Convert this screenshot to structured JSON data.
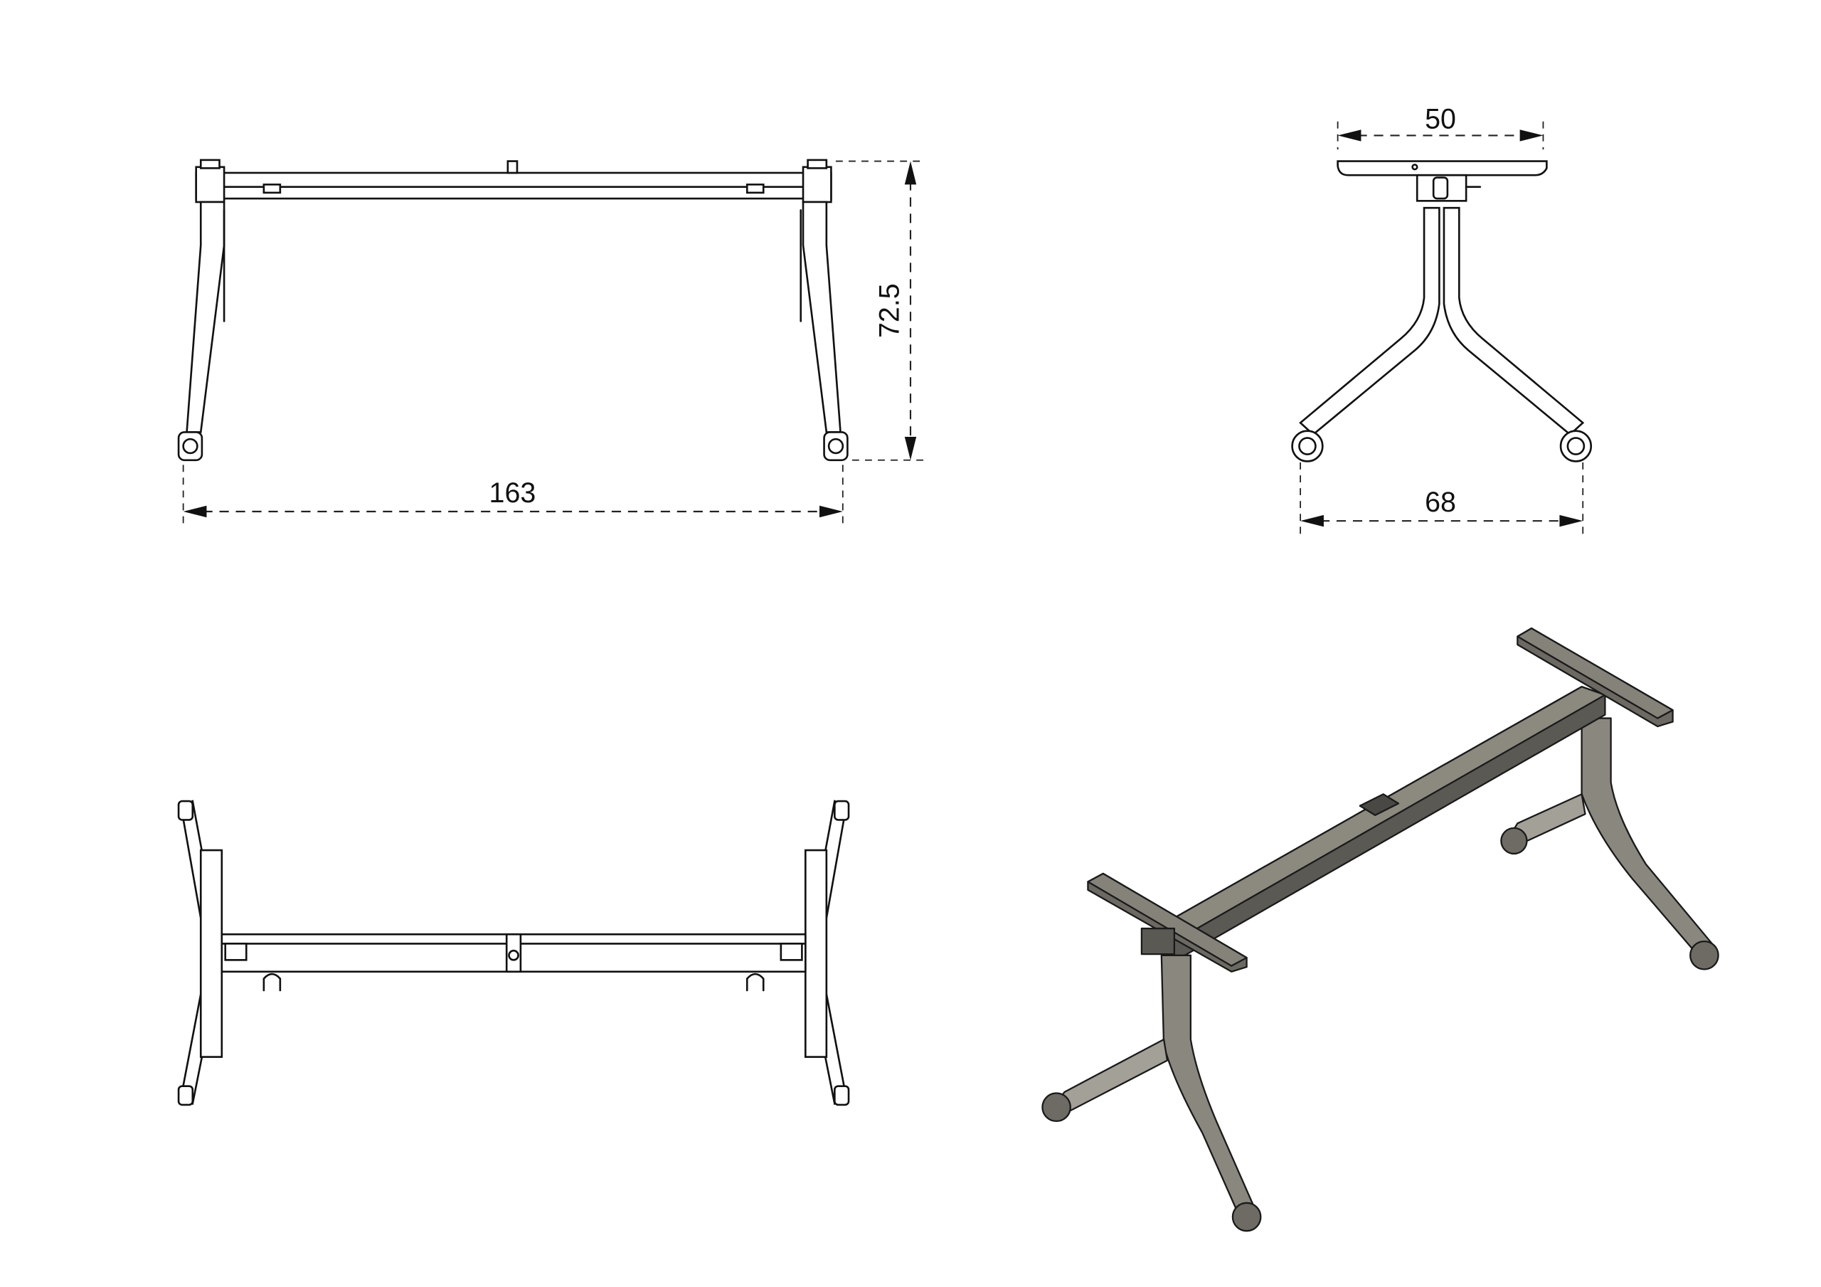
{
  "dimensions": {
    "front_width": "163",
    "front_height": "72.5",
    "side_top_width": "50",
    "side_base_width": "68"
  },
  "colors": {
    "line": "#111111",
    "metal_dark": "#4a4844",
    "metal_mid": "#7a7770",
    "metal_light": "#a9a69e"
  }
}
